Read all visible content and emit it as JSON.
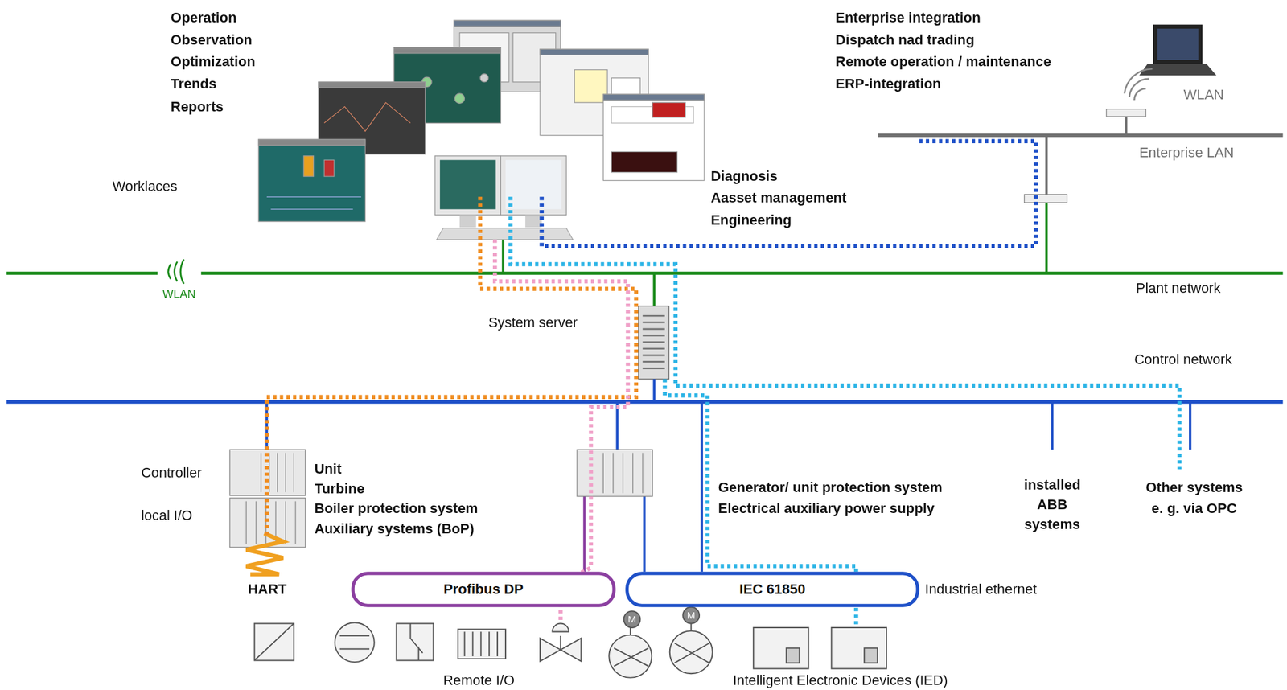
{
  "diagram": {
    "nodes": [
      {
        "text": [
          "Profibus DP"
        ]
      },
      {
        "text": [
          "IEC 61850"
        ]
      }
    ],
    "labels": [
      "Operation",
      "Observation",
      "Optimization",
      "Trends",
      "Reports",
      "Enterprise integration",
      "Dispatch nad trading",
      "Remote operation / maintenance",
      "ERP-integration",
      "WLAN",
      "Enterprise LAN",
      "Worklaces",
      "Diagnosis",
      "Aasset management",
      "Engineering",
      "WLAN",
      "Plant network",
      "System server",
      "Control network",
      "Controller",
      "local I/O",
      "Unit",
      "Turbine",
      "Boiler protection system",
      "Auxiliary systems (BoP)",
      "Generator/ unit protection system",
      "Electrical auxiliary power supply",
      "installed ABB systems",
      "Other systems",
      "e. g. via OPC",
      "HART",
      "Industrial ethernet",
      "M",
      "M",
      "Remote I/O",
      "Intelligent Electronic Devices (IED)"
    ]
  }
}
